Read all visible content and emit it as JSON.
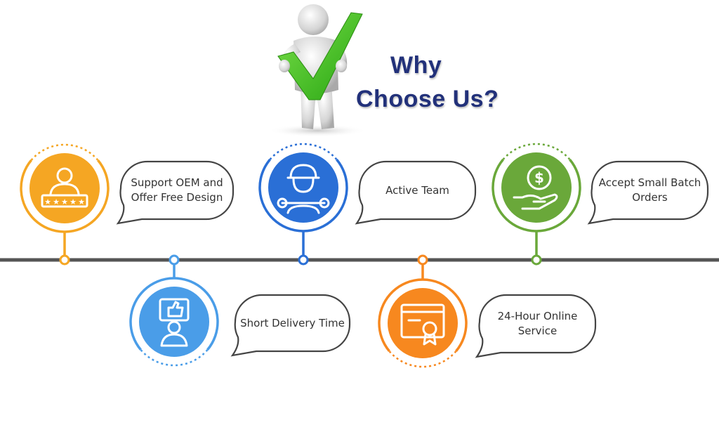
{
  "header": {
    "title_line1": "Why",
    "title_line2": "Choose Us?"
  },
  "colors": {
    "orange_yellow": "#f5a623",
    "blue": "#2a6fd6",
    "green": "#6aa83a",
    "light_blue": "#4a9de8",
    "orange": "#f7881f",
    "timeline": "#555555",
    "title": "#22317a",
    "checkmark": "#3fbf1e"
  },
  "features": [
    {
      "label": "Support OEM and\nOffer Free Design",
      "color": "#f5a623",
      "icon": "rated-user-icon"
    },
    {
      "label": "Short Delivery Time",
      "color": "#4a9de8",
      "icon": "thumbs-up-user-icon"
    },
    {
      "label": "Active Team",
      "color": "#2a6fd6",
      "icon": "worker-wrench-icon"
    },
    {
      "label": "24-Hour Online\nService",
      "color": "#f7881f",
      "icon": "certificate-window-icon"
    },
    {
      "label": "Accept Small Batch\nOrders",
      "color": "#6aa83a",
      "icon": "dollar-hand-icon"
    }
  ]
}
